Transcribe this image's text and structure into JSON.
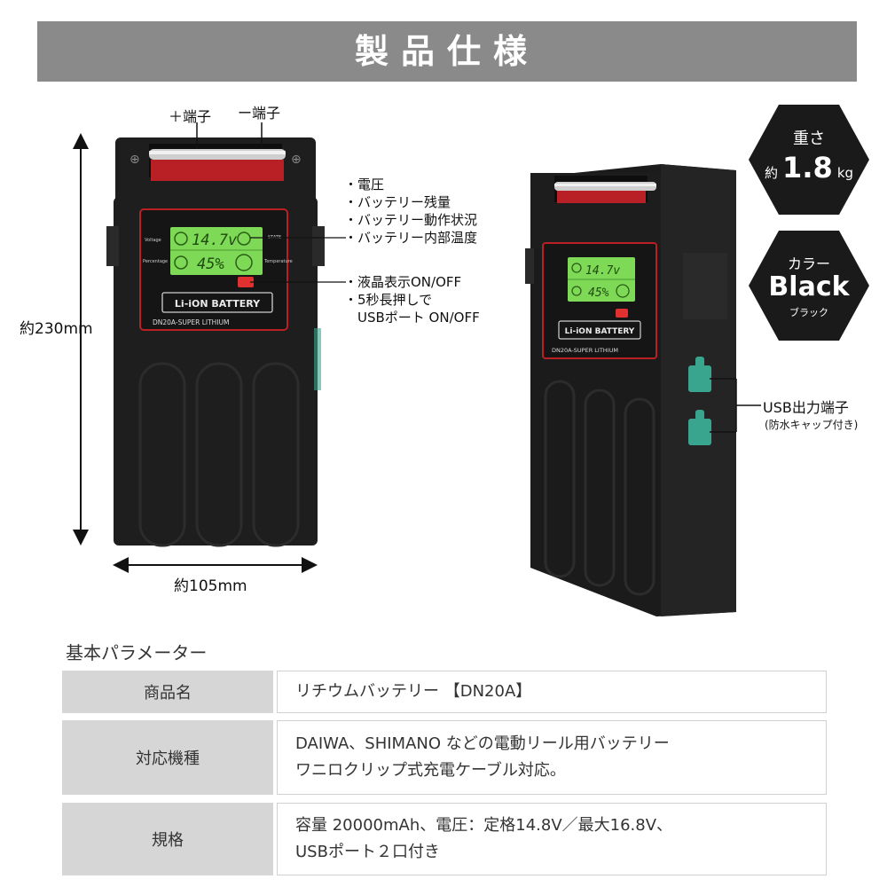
{
  "header": {
    "title": "製品仕様"
  },
  "diagram": {
    "plus_terminal": "＋端子",
    "minus_terminal": "ー端子",
    "height_label": "約230mm",
    "width_label": "約105mm",
    "lcd_features": [
      "・電圧",
      "・バッテリー残量",
      "・バッテリー動作状況",
      "・バッテリー内部温度"
    ],
    "button_features": [
      "・液晶表示ON/OFF",
      "・5秒長押しで",
      "　USBポート ON/OFF"
    ],
    "usb_label": "USB出力端子",
    "usb_sub": "(防水キャップ付き)",
    "device": {
      "screen_voltage": "14.7v",
      "screen_percent": "45%",
      "label_voltage": "Voltage",
      "label_percentage": "Percentage",
      "label_state": "STATE",
      "label_temperature": "Temperature",
      "brand": "Li-iON BATTERY",
      "model": "DN20A-SUPER LITHIUM"
    }
  },
  "badges": {
    "weight_title": "重さ",
    "weight_prefix": "約",
    "weight_value": "1.8",
    "weight_unit": "kg",
    "color_title": "カラー",
    "color_value": "Black",
    "color_sub": "ブラック"
  },
  "params": {
    "title": "基本パラメーター",
    "rows": [
      {
        "key": "商品名",
        "lines": [
          "リチウムバッテリー 【DN20A】"
        ]
      },
      {
        "key": "対応機種",
        "lines": [
          "DAIWA、SHIMANO などの電動リール用バッテリー",
          "ワニロクリップ式充電ケーブル対応。"
        ]
      },
      {
        "key": "規格",
        "lines": [
          "容量 20000mAh、電圧：定格14.8V／最大16.8V、",
          "USBポート２口付き"
        ]
      }
    ]
  },
  "colors": {
    "header": "#8a8a8a",
    "badge": "#1a1a1a",
    "lcd": "#7ed957",
    "device": "#1e1e1e",
    "accent_red": "#c0282a",
    "usb_teal": "#3aa58f"
  }
}
